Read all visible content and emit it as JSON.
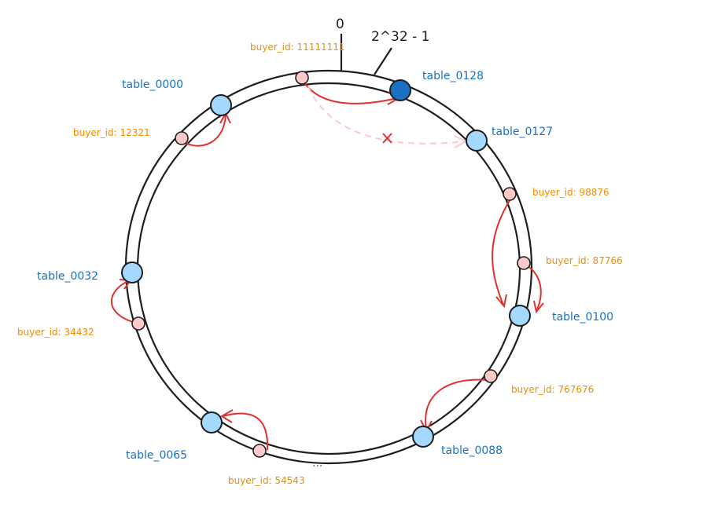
{
  "ring": {
    "zero_label": "0",
    "max_label": "2^32 - 1",
    "ellipsis": "..."
  },
  "tables": [
    {
      "id": "table_0000",
      "label": "table_0000",
      "active": false
    },
    {
      "id": "table_0128",
      "label": "table_0128",
      "active": true
    },
    {
      "id": "table_0127",
      "label": "table_0127",
      "active": false
    },
    {
      "id": "table_0100",
      "label": "table_0100",
      "active": false
    },
    {
      "id": "table_0088",
      "label": "table_0088",
      "active": false
    },
    {
      "id": "table_0065",
      "label": "table_0065",
      "active": false
    },
    {
      "id": "table_0032",
      "label": "table_0032",
      "active": false
    }
  ],
  "keys": [
    {
      "id": "11111111",
      "label": "buyer_id: 11111111",
      "maps_to": "table_0128"
    },
    {
      "id": "12321",
      "label": "buyer_id: 12321",
      "maps_to": "table_0000"
    },
    {
      "id": "98876",
      "label": "buyer_id: 98876",
      "maps_to": "table_0100"
    },
    {
      "id": "87766",
      "label": "buyer_id: 87766",
      "maps_to": "table_0100"
    },
    {
      "id": "767676",
      "label": "buyer_id: 767676",
      "maps_to": "table_0088"
    },
    {
      "id": "54543",
      "label": "buyer_id: 54543",
      "maps_to": "table_0065"
    },
    {
      "id": "34432",
      "label": "buyer_id: 34432",
      "maps_to": "table_0032"
    }
  ],
  "rejected_mapping": {
    "from": "11111111",
    "to": "table_0127"
  },
  "colors": {
    "table_label": "#1971c2",
    "buyer_label": "#f08c00",
    "arrow": "#e03131",
    "node_fill": "#a5d8ff",
    "node_active": "#1971c2",
    "key_fill": "#ffc9c9"
  }
}
